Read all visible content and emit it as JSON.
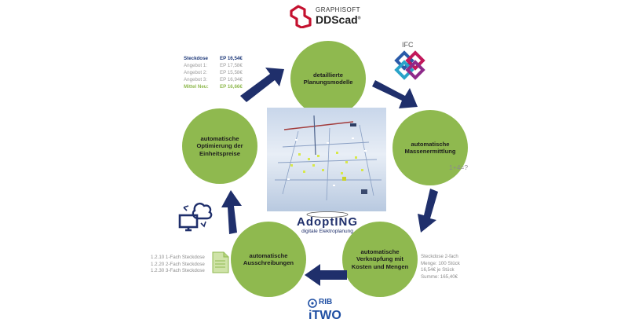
{
  "logos": {
    "graphisoft": "GRAPHISOFT",
    "ddscad": "DDScad",
    "ddscad_tm": "®",
    "ifc": "IFC",
    "rib": "RIB",
    "itwo": "iTWO",
    "adopting": "AdoptING",
    "adopting_sub": "digitale Elektroplanung"
  },
  "nodes": [
    {
      "label": "detaillierte Planungsmodelle"
    },
    {
      "label": "automatische Massenermittlung"
    },
    {
      "label": "automatische Verknüpfung mit Kosten und Mengen"
    },
    {
      "label": "automatische Ausschreibungen"
    },
    {
      "label": "automatische Optimierung der Einheitspreise"
    }
  ],
  "price_table": [
    {
      "name": "Steckdose",
      "value": "EP 16,54€",
      "style": "head"
    },
    {
      "name": "Angebot 1:",
      "value": "EP 17,58€",
      "style": "muted"
    },
    {
      "name": "Angebot 2:",
      "value": "EP 15,58€",
      "style": "muted"
    },
    {
      "name": "Angebot 3:",
      "value": "EP 16,94€",
      "style": "muted"
    },
    {
      "name": "Mittel Neu:",
      "value": "EP 16,66€",
      "style": "green"
    }
  ],
  "formula": "1+4=?",
  "cost_info": [
    "Steckdose 2-fach",
    "Menge: 100 Stück",
    "16,54€ je Stück",
    "Summe: 165,40€"
  ],
  "tender_items": [
    "1.2.10 1-Fach Steckdose",
    "1.2.20 2-Fach Steckdose",
    "1.2.30 3-Fach Steckdose"
  ],
  "colors": {
    "node": "#8fb94f",
    "arrow": "#1f2f6b",
    "ddscad_red": "#c4112f"
  }
}
